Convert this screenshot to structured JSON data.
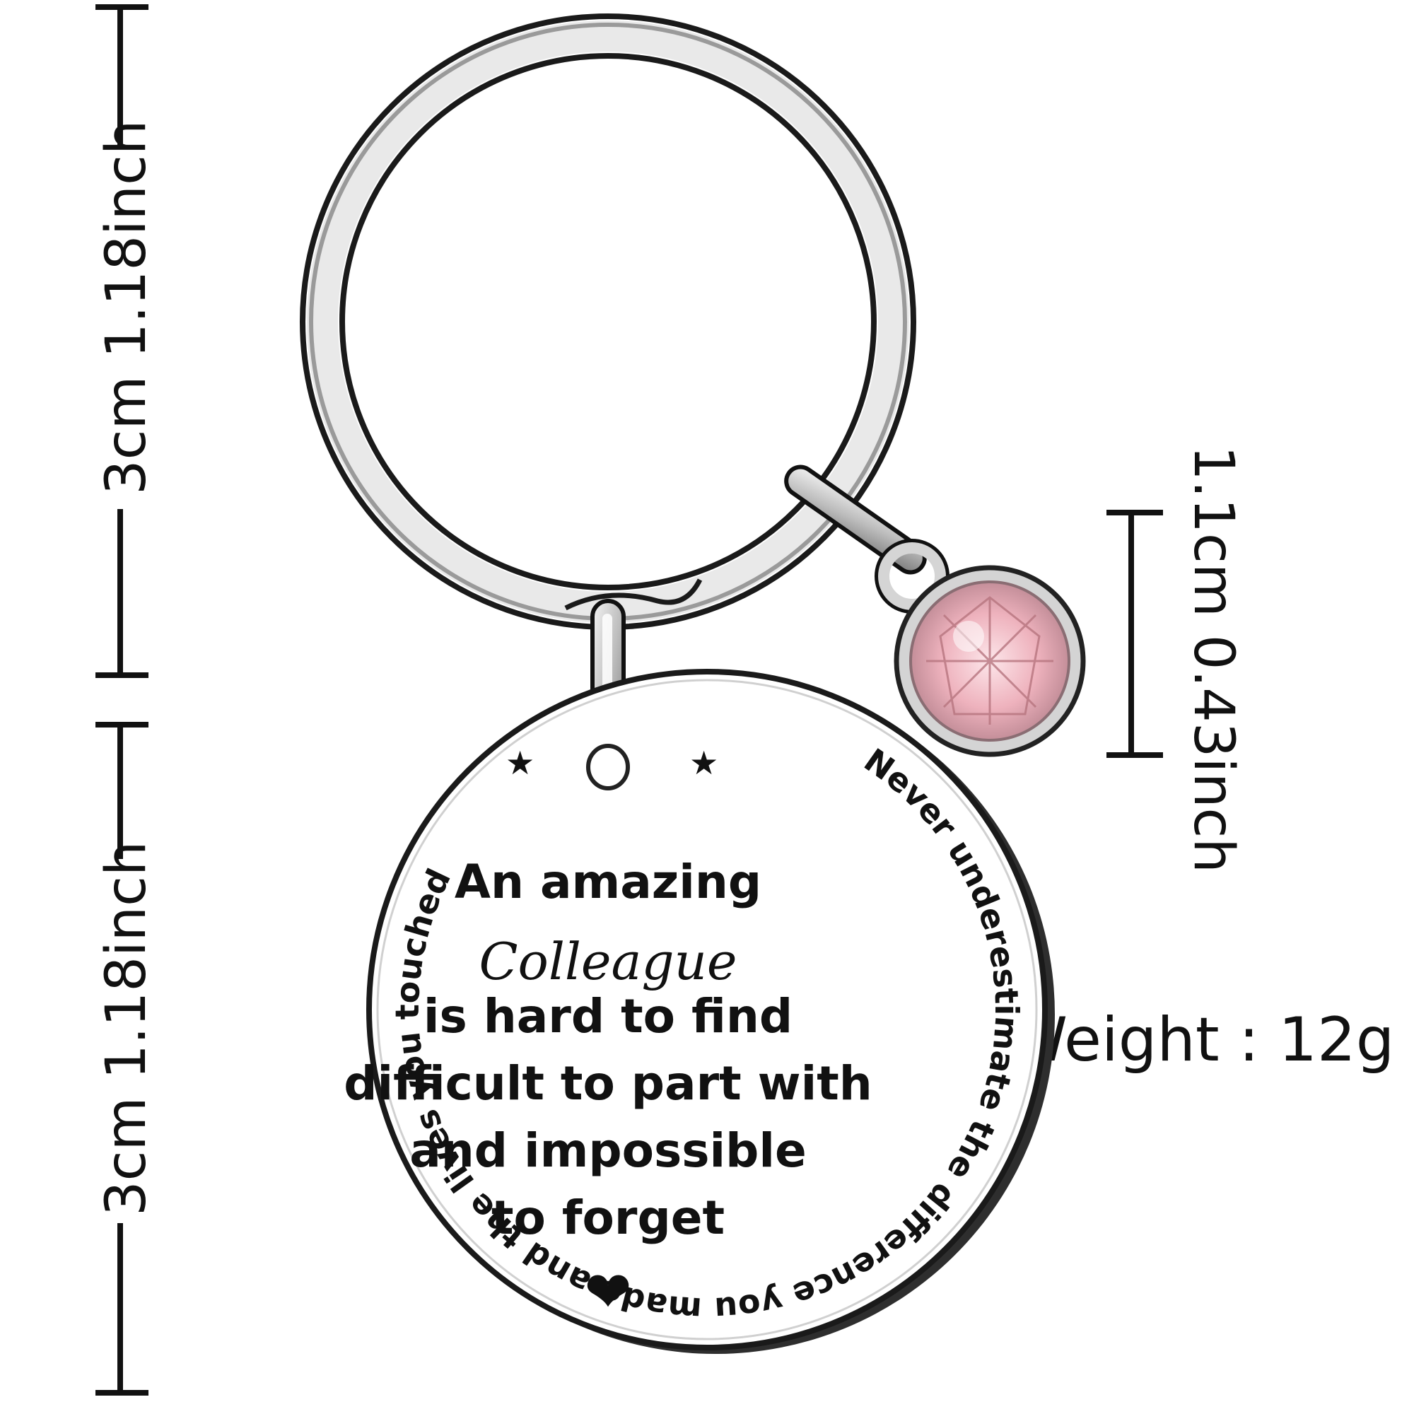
{
  "dimensions": {
    "ring_size": "3cm 1.18inch",
    "tag_size": "3cm 1.18inch",
    "charm_size": "1.1cm 0.43inch"
  },
  "weight": "Weight : 12g",
  "tag": {
    "lines": [
      "An amazing",
      "is hard to find",
      "difficult to part with",
      "and impossible",
      "to forget"
    ],
    "script_word": "Colleague",
    "circular_text": "Never underestimate the difference you made and the lives you touched",
    "star_glyph": "★",
    "heart_glyph": "❤"
  },
  "colors": {
    "ink": "#111111",
    "metal": "#c8c8c8",
    "gem": "#e8a9b4"
  }
}
